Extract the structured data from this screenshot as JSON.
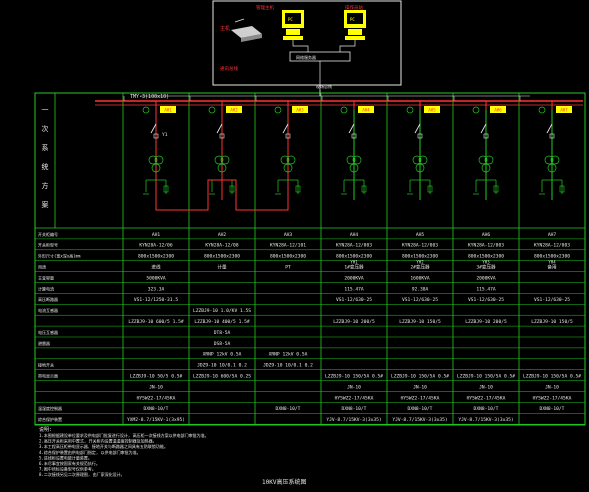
{
  "top_system": {
    "left_label": "主机",
    "pc1_label": "管理主机",
    "pc1_screen": "PC",
    "pc2_label": "操作员站",
    "pc2_screen": "PC",
    "hub_label": "网络服务器",
    "bus_label": "通讯总线",
    "bus_tag": "现场总线"
  },
  "side_title": [
    "一",
    "次",
    "系",
    "统",
    "方",
    "案"
  ],
  "busbar_label": "TMY-3(100x10)",
  "panel_tags": [
    "AH1",
    "AH2",
    "AH3",
    "AH4",
    "AH5",
    "AH6",
    "AH7"
  ],
  "left_feeder_tag": "Y1",
  "row_labels": [
    "开关柜编号",
    "开关柜型号",
    "外形尺寸(宽x深x高)mm",
    "用途",
    "主变容量",
    "计算电流",
    "高压断路器",
    "电流互感器",
    "",
    "电压互感器",
    "避雷器",
    "",
    "接地开关",
    "带电显示器",
    "",
    "",
    "温湿度控制器",
    "综合保护装置"
  ],
  "row_codes": [
    "",
    "",
    "",
    "",
    "",
    "",
    "",
    "",
    "",
    "",
    "",
    "",
    "",
    "",
    "",
    "",
    "",
    ""
  ],
  "cabinet_no": [
    "AH1",
    "AH2",
    "AH3",
    "AH4",
    "AH5",
    "AH6",
    "AH7"
  ],
  "cabinet_model": [
    "KYN28A-12/06",
    "KYN28A-12/08",
    "KYN28A-12/101",
    "KYN28A-12/003",
    "KYN28A-12/003",
    "KYN28A-12/003",
    "KYN28A-12/003"
  ],
  "cabinet_size": [
    "800x1500x2300",
    "800x1500x2300",
    "800x1500x2300",
    "800x1500x2300",
    "800x1500x2300",
    "800x1500x2300",
    "800x1500x2300"
  ],
  "usage": [
    "进线",
    "计量",
    "PT",
    "1#变压器",
    "2#变压器",
    "3#变压器",
    "备用"
  ],
  "usage_sub": [
    "",
    "",
    "",
    "YH1",
    "YH2",
    "YH3",
    "YH4"
  ],
  "capacity": [
    "5000KVA",
    "",
    "",
    "2000KVA",
    "1600KVA",
    "2000KVA",
    ""
  ],
  "current": [
    "323.3A",
    "",
    "",
    "115.47A",
    "92.38A",
    "115.47A",
    ""
  ],
  "vcb": [
    "VS1-12/1250-31.5",
    "",
    "",
    "VS1-12/630-25",
    "VS1-12/630-25",
    "VS1-12/630-25",
    "VS1-12/630-25"
  ],
  "ct_a": [
    "",
    "LZZBJ9-10 1.0/KV 1.5S",
    "",
    "",
    "",
    "",
    ""
  ],
  "ct_b": [
    "LZZBJ9-10 600/5 1.5#",
    "LZZBJ9-10 400/5 1.5#",
    "",
    "LZZBJ9-10 200/5",
    "LZZBJ9-10 150/5",
    "LZZBJ9-10 200/5",
    "LZZBJ9-10 150/5"
  ],
  "ct_c": [
    "",
    "",
    "",
    "",
    "",
    "",
    ""
  ],
  "ct_mid1": [
    "",
    "DT8-5A",
    "",
    "",
    "",
    "",
    ""
  ],
  "ct_mid2": [
    "",
    "DS8-5A",
    "",
    "",
    "",
    "",
    ""
  ],
  "fuse": [
    "",
    "XRNP 12kV 0.5A",
    "XRNP 12kV 0.5A",
    "",
    "",
    "",
    ""
  ],
  "vt": [
    "",
    "JDZ9-10 10/0.1 0.2",
    "JDZ9-10 10/0.1 0.2",
    "",
    "",
    "",
    ""
  ],
  "ct2": [
    "LZZBJ9-10 50/5 0.5#",
    "LZZBJ9-10 600/5A 0.2S",
    "",
    "LZZBJ9-10 150/5A 0.5#",
    "LZZBJ9-10 150/5A 0.5#",
    "LZZBJ9-10 150/5A 0.5#",
    "LZZBJ9-10 150/5A 0.5#"
  ],
  "es": [
    "JN-10",
    "",
    "",
    "JN-10",
    "JN-10",
    "JN-10",
    "JN-10"
  ],
  "arrester": [
    "HY5WZ2-17/45KA",
    "",
    "",
    "HY5WZ2-17/45KA",
    "HY5WZ2-17/45KA",
    "HY5WZ2-17/45KA",
    "HY5WZ2-17/45KA"
  ],
  "indicator": [
    "DXN8-10/T",
    "",
    "DXN8-10/T",
    "DXN8-10/T",
    "DXN8-10/T",
    "DXN8-10/T",
    "DXN8-10/T"
  ],
  "protect": [
    "YXM2-8.7/15KV-1(3x95)",
    "",
    "",
    "YJV-8.7/15KV-3(3x35)",
    "YJV-8.7/15KV-3(3x35)",
    "YJV-8.7/15KV-3(3x35)",
    ""
  ],
  "notes_title": "说明:",
  "notes": [
    "1.本图根据建设单位要求及供电部门批复进行设计, 高压柜一次接线方案以供电部门审批为准。",
    "2.高压开关柜采用中置式, 开关柜内设置温湿度控制器及加热器。",
    "3.本工程高压柜带电显示器、接地开关与断路器之间具有五防联锁功能。",
    "4.综合保护装置由供电部门指定, 以供电部门审批为准。",
    "5.进线柜设置电能计量装置。",
    "6.未尽事宜按国家有关规范执行。",
    "7.图中所标设备型号仅供参考。",
    "8.二次接线另见二次原理图, 由厂家深化设计。"
  ],
  "drawing_title": "10KV高压系统图"
}
